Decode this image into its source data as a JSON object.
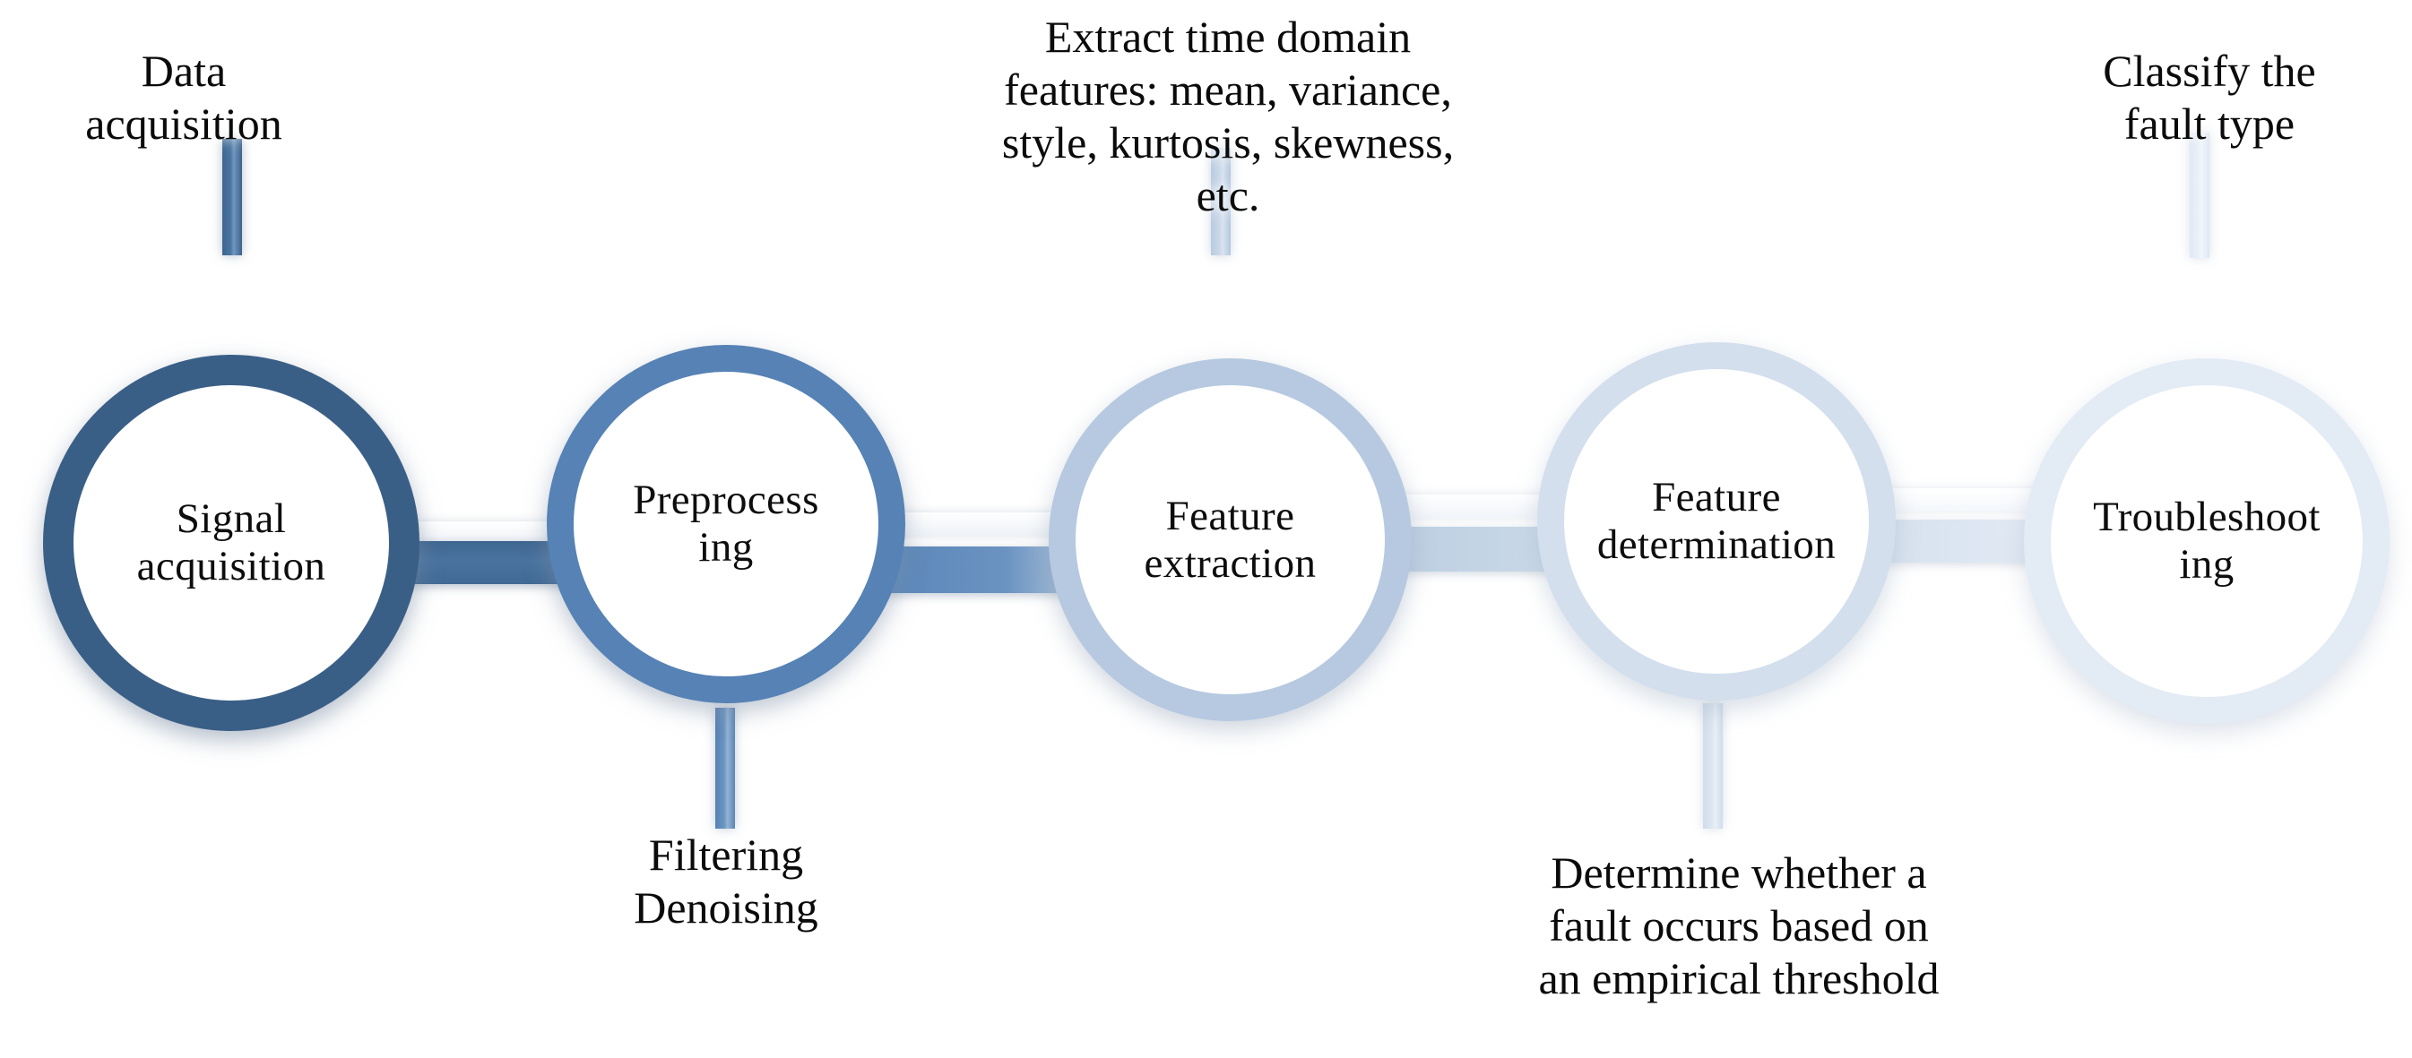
{
  "diagram": {
    "title": "Fault diagnosis process flow",
    "background": "#ffffff",
    "nodes": [
      {
        "id": "signal-acquisition",
        "label": "Signal\nacquisition",
        "color": "#3a5f87",
        "shadow": "#9fb0c4"
      },
      {
        "id": "preprocessing",
        "label": "Preprocess\ning",
        "color": "#5682b5",
        "shadow": "#a9bdd4"
      },
      {
        "id": "feature-extraction",
        "label": "Feature\nextraction",
        "color": "#b6c9e0",
        "shadow": "#c4d2e4"
      },
      {
        "id": "feature-determination",
        "label": "Feature\ndetermination",
        "color": "#d3dfed",
        "shadow": "#d5dfeb"
      },
      {
        "id": "troubleshooting",
        "label": "Troubleshoot\ning",
        "color": "#e3ebf5",
        "shadow": "#dfe7f1"
      }
    ],
    "captions": [
      {
        "id": "data-acquisition",
        "text": "Data\nacquisition",
        "position": "above",
        "node": "signal-acquisition"
      },
      {
        "id": "filtering-denoising",
        "text": "Filtering\nDenoising",
        "position": "below",
        "node": "preprocessing"
      },
      {
        "id": "time-domain-features",
        "text": "Extract time domain\nfeatures: mean, variance,\nstyle, kurtosis, skewness,\netc.",
        "position": "above",
        "node": "feature-extraction"
      },
      {
        "id": "empirical-threshold",
        "text": "Determine whether a\nfault occurs based on\nan empirical threshold",
        "position": "below",
        "node": "feature-determination"
      },
      {
        "id": "classify-fault-type",
        "text": "Classify the\nfault type",
        "position": "above",
        "node": "troubleshooting"
      }
    ],
    "links": [
      {
        "id": "link-1-2",
        "from": "signal-acquisition",
        "to": "preprocessing",
        "color": "#3f6690"
      },
      {
        "id": "link-2-3",
        "from": "preprocessing",
        "to": "feature-extraction",
        "color": "#5a86b8"
      },
      {
        "id": "link-3-4",
        "from": "feature-extraction",
        "to": "feature-determination",
        "color": "#bccee2"
      },
      {
        "id": "link-4-5",
        "from": "feature-determination",
        "to": "troubleshooting",
        "color": "#d6e1ee"
      }
    ]
  }
}
